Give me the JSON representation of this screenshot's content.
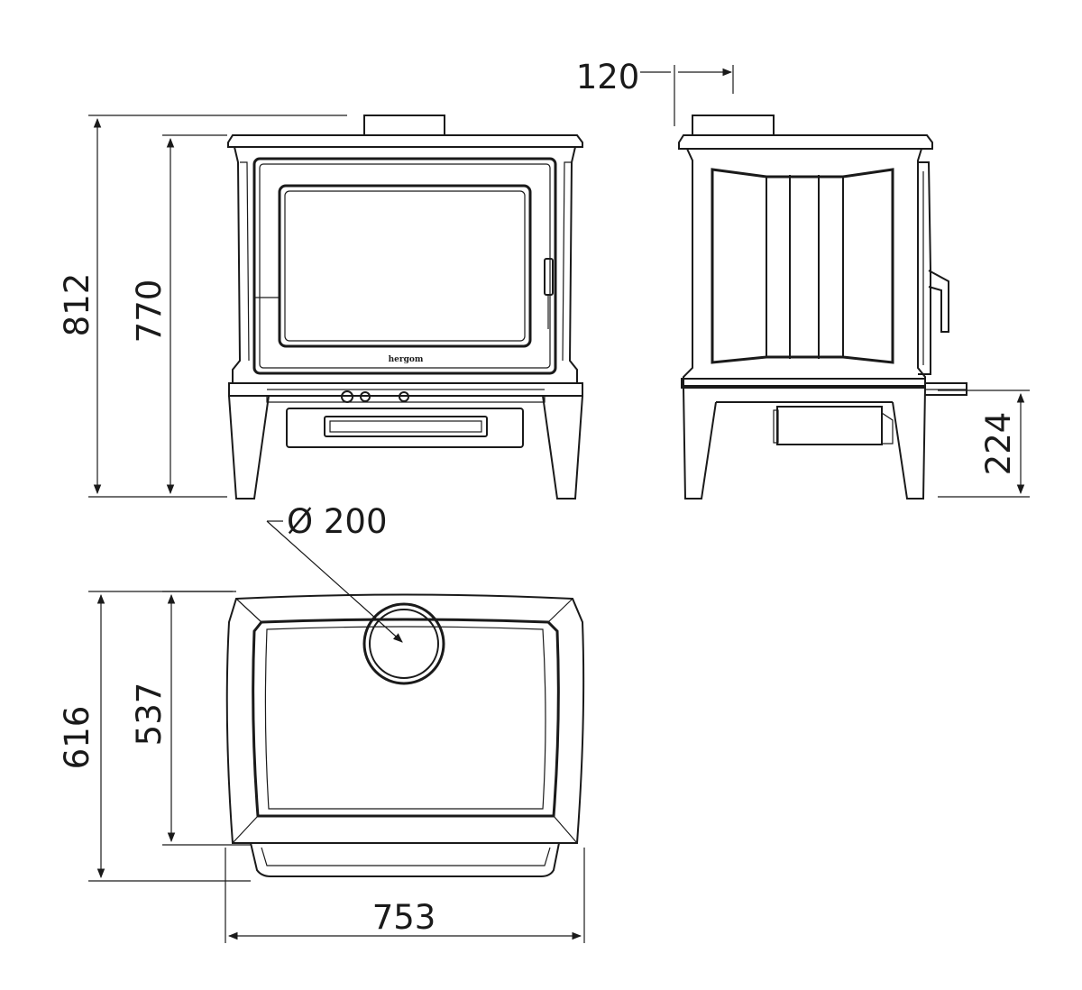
{
  "dimensions": {
    "overall_height": "812",
    "body_height": "770",
    "flue_offset": "120",
    "ash_height": "224",
    "flue_diameter": "Ø 200",
    "overall_depth": "616",
    "body_depth": "537",
    "overall_width": "753"
  },
  "branding": {
    "logo_text": "hergom"
  },
  "colors": {
    "line": "#1a1a1a",
    "background": "#ffffff"
  }
}
